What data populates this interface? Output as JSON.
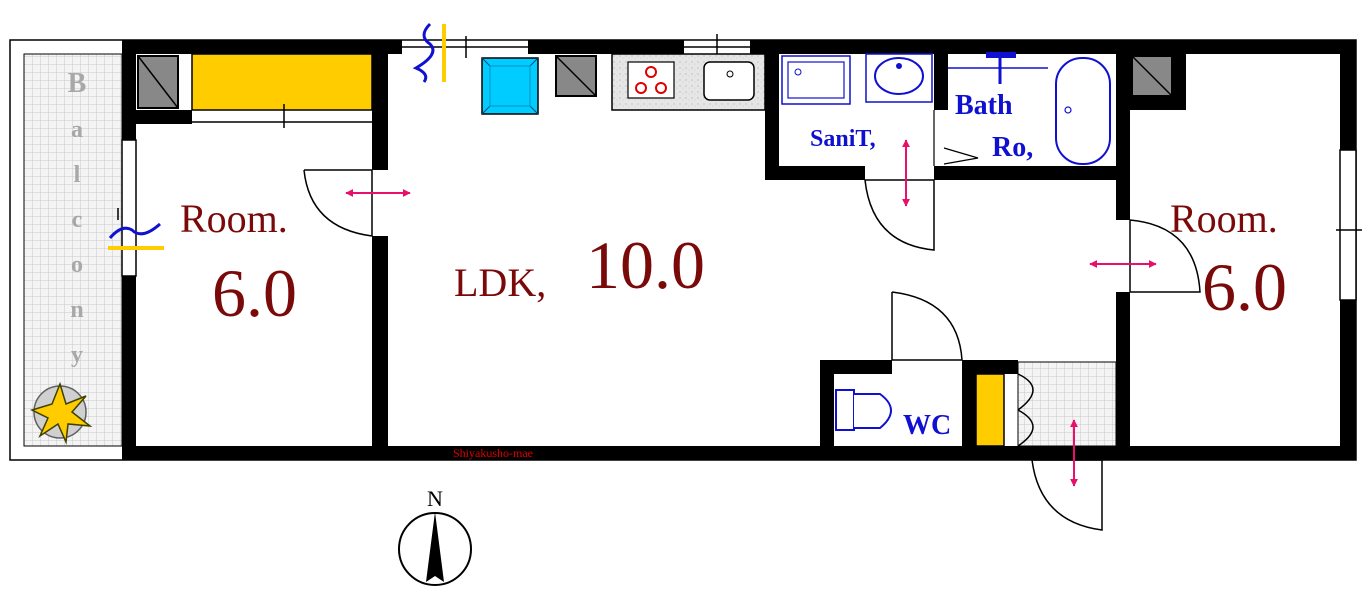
{
  "floor_plan": {
    "balcony": {
      "letters": [
        "B",
        "a",
        "l",
        "c",
        "o",
        "n",
        "y"
      ]
    },
    "room_left": {
      "name": "Room.",
      "size": "6.0"
    },
    "room_right": {
      "name": "Room.",
      "size": "6.0"
    },
    "ldk": {
      "name": "LDK,",
      "size": "10.0"
    },
    "sanitary": {
      "label": "SaniT,"
    },
    "bath": {
      "label_line1": "Bath",
      "label_line2": "Ro,"
    },
    "wc": {
      "label": "WC"
    },
    "station_note": "Shiyakusho-mae",
    "compass": {
      "label": "N"
    }
  },
  "colors": {
    "wall": "#000000",
    "room_label": "#7a0a0a",
    "fixture_label": "#1010d0",
    "closet": "#ffcc00",
    "door_arrow": "#e8106a",
    "fridge": "#00ccff",
    "station_note": "#e00000"
  },
  "icons": {
    "compass": "north-compass-icon",
    "air_conditioner": "air-conditioner-icon",
    "stove": "stove-icon",
    "sink": "sink-icon",
    "bathtub": "bathtub-icon",
    "toilet": "toilet-icon",
    "washbasin": "washbasin-icon"
  }
}
